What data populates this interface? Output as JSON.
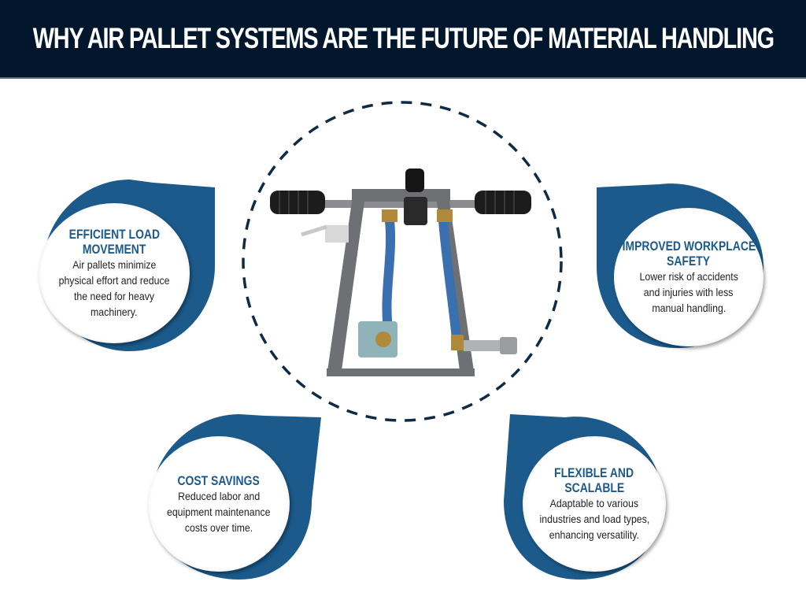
{
  "header": {
    "title": "WHY AIR PALLET SYSTEMS ARE THE FUTURE OF MATERIAL HANDLING",
    "background": "#02172c"
  },
  "center": {
    "image_label": "Air pallet control handle assembly",
    "ring_style": "dashed",
    "ring_color": "#0e2a45"
  },
  "colors": {
    "accent_blue": "#1b5a8a",
    "body_text": "#222222"
  },
  "benefits": [
    {
      "title_line1": "EFFICIENT LOAD",
      "title_line2": "MOVEMENT",
      "body_lines": [
        "Air pallets minimize",
        "physical effort and reduce",
        "the need for heavy",
        "machinery."
      ]
    },
    {
      "title_line1": "IMPROVED WORKPLACE",
      "title_line2": "SAFETY",
      "body_lines": [
        "Lower risk of accidents",
        "and injuries with less",
        "manual handling."
      ]
    },
    {
      "title_line1": "COST SAVINGS",
      "title_line2": "",
      "body_lines": [
        "Reduced labor and",
        "equipment maintenance",
        "costs over time."
      ]
    },
    {
      "title_line1": "FLEXIBLE AND",
      "title_line2": "SCALABLE",
      "body_lines": [
        "Adaptable to various",
        "industries and load types,",
        "enhancing versatility."
      ]
    }
  ]
}
